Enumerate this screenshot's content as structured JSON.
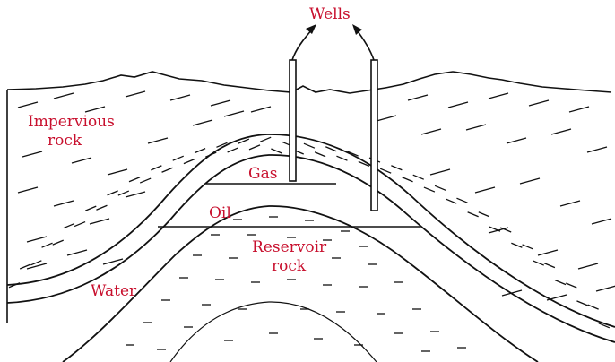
{
  "labels": {
    "wells": "Wells",
    "impervious_line1": "Impervious",
    "impervious_line2": "rock",
    "gas": "Gas",
    "oil": "Oil",
    "reservoir_line1": "Reservoir",
    "reservoir_line2": "rock",
    "water": "Water"
  },
  "colors": {
    "label": "#c8102e",
    "ink": "#111111",
    "background": "#ffffff"
  }
}
